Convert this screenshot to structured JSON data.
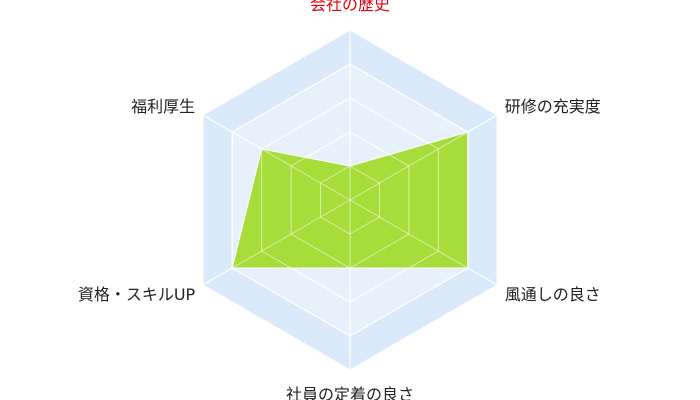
{
  "chart_data": {
    "type": "radar",
    "axes": [
      {
        "label": "会社の歴史",
        "highlighted": true
      },
      {
        "label": "研修の充実度"
      },
      {
        "label": "風通しの良さ"
      },
      {
        "label": "社員の定着の良さ"
      },
      {
        "label": "資格・スキルUP"
      },
      {
        "label": "福利厚生"
      }
    ],
    "levels": 5,
    "rmax": 5,
    "values": [
      1,
      4,
      4,
      2,
      4,
      3
    ],
    "grid": true,
    "legend": "none"
  },
  "colors": {
    "fill": "#a6dd3b",
    "fill_stroke": "#ffffff",
    "outer_band": "#dbeafb",
    "inner_band": "#e7f1fc",
    "grid_line": "#ffffff",
    "label_default": "#222222",
    "label_highlight": "#e60012"
  }
}
